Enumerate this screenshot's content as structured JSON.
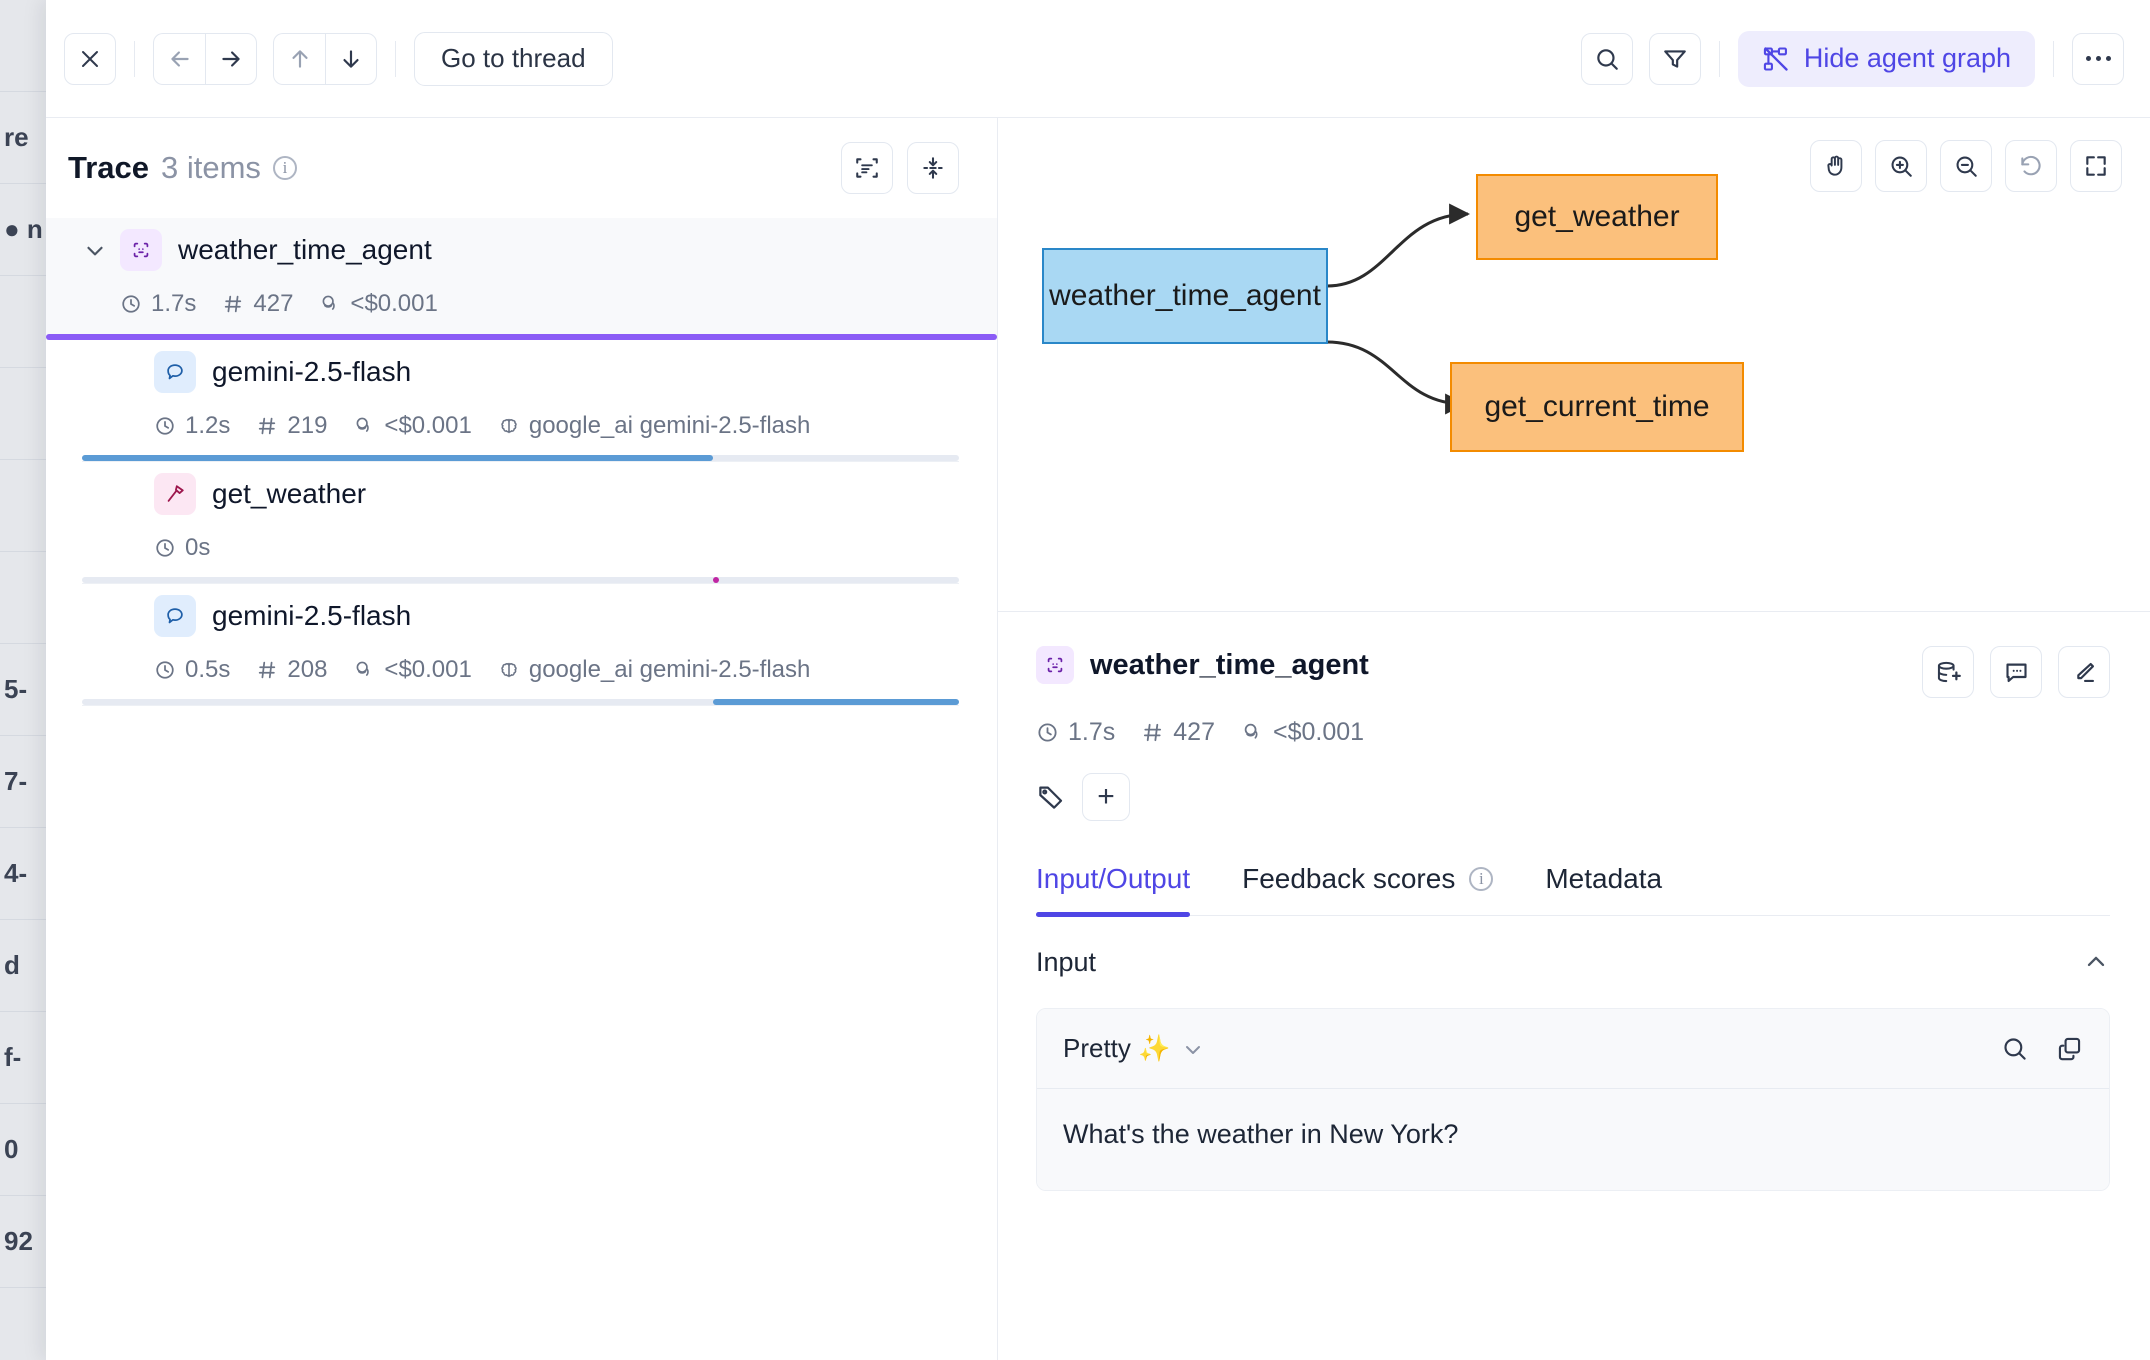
{
  "background_table_rows": [
    "",
    "re",
    "● n",
    "",
    "",
    "",
    "",
    "5-",
    "7-",
    "4-",
    "d",
    "f-",
    "0",
    "92",
    ""
  ],
  "toolbar": {
    "close_label": "close-icon",
    "back_label": "arrow-left-icon",
    "forward_label": "arrow-right-icon",
    "up_label": "arrow-up-icon",
    "down_label": "arrow-down-icon",
    "go_to_thread_label": "Go to thread",
    "search_label": "search-icon",
    "filter_label": "filter-icon",
    "hide_agent_graph_label": "Hide agent graph",
    "more_label": "more-options-icon",
    "accent": "#4f46e5"
  },
  "trace": {
    "title": "Trace",
    "count_label": "3 items",
    "expand_all_label": "expand-rows-icon",
    "collapse_all_label": "collapse-rows-icon",
    "rows": [
      {
        "name": "weather_time_agent",
        "kind": "agent",
        "icon": "agent-icon",
        "selected": true,
        "indent": 0,
        "duration": "1.7s",
        "tokens": "427",
        "cost": "<$0.001",
        "model": "",
        "bar_color": "#8b5cf6",
        "bar_start_pct": 0,
        "bar_width_pct": 100
      },
      {
        "name": "gemini-2.5-flash",
        "kind": "llm",
        "icon": "llm-chat-icon",
        "selected": false,
        "indent": 1,
        "duration": "1.2s",
        "tokens": "219",
        "cost": "<$0.001",
        "model": "google_ai gemini-2.5-flash",
        "bar_color": "#5b9bd5",
        "bar_start_pct": 0,
        "bar_width_pct": 72
      },
      {
        "name": "get_weather",
        "kind": "tool",
        "icon": "tool-hammer-icon",
        "selected": false,
        "indent": 1,
        "duration": "0s",
        "tokens": "",
        "cost": "",
        "model": "",
        "bar_color": "#c026a3",
        "bar_start_pct": 72,
        "bar_width_pct": 0.6
      },
      {
        "name": "gemini-2.5-flash",
        "kind": "llm",
        "icon": "llm-chat-icon",
        "selected": false,
        "indent": 1,
        "duration": "0.5s",
        "tokens": "208",
        "cost": "<$0.001",
        "model": "google_ai gemini-2.5-flash",
        "bar_color": "#5b9bd5",
        "bar_start_pct": 72,
        "bar_width_pct": 28
      }
    ]
  },
  "graph": {
    "controls": [
      {
        "name": "pan-hand-icon",
        "disabled": false
      },
      {
        "name": "zoom-in-icon",
        "disabled": false
      },
      {
        "name": "zoom-out-icon",
        "disabled": false
      },
      {
        "name": "reset-view-icon",
        "disabled": true
      },
      {
        "name": "fullscreen-icon",
        "disabled": false
      }
    ],
    "nodes": [
      {
        "id": "root",
        "label": "weather_time_agent",
        "type": "root",
        "fill": "#a9d8f3",
        "stroke": "#2a87c8"
      },
      {
        "id": "w",
        "label": "get_weather",
        "type": "tool",
        "fill": "#fbc07c",
        "stroke": "#f38b00"
      },
      {
        "id": "t",
        "label": "get_current_time",
        "type": "tool",
        "fill": "#fbc07c",
        "stroke": "#f38b00"
      }
    ],
    "edges": [
      {
        "from": "root",
        "to": "w"
      },
      {
        "from": "root",
        "to": "t"
      }
    ]
  },
  "detail": {
    "title": "weather_time_agent",
    "icon": "agent-icon",
    "duration": "1.7s",
    "tokens": "427",
    "cost": "<$0.001",
    "tag_icon": "tag-icon",
    "add_tag_label": "+",
    "actions": [
      {
        "name": "add-to-dataset-icon"
      },
      {
        "name": "comment-icon"
      },
      {
        "name": "edit-pencil-icon"
      }
    ],
    "tabs": [
      {
        "label": "Input/Output",
        "active": true,
        "info": false
      },
      {
        "label": "Feedback scores",
        "active": false,
        "info": true
      },
      {
        "label": "Metadata",
        "active": false,
        "info": false
      }
    ],
    "input_section_label": "Input",
    "view_mode_label": "Pretty ✨",
    "card_search_label": "search-icon",
    "card_copy_label": "copy-icon",
    "input_text": "What's the weather in New York?"
  }
}
